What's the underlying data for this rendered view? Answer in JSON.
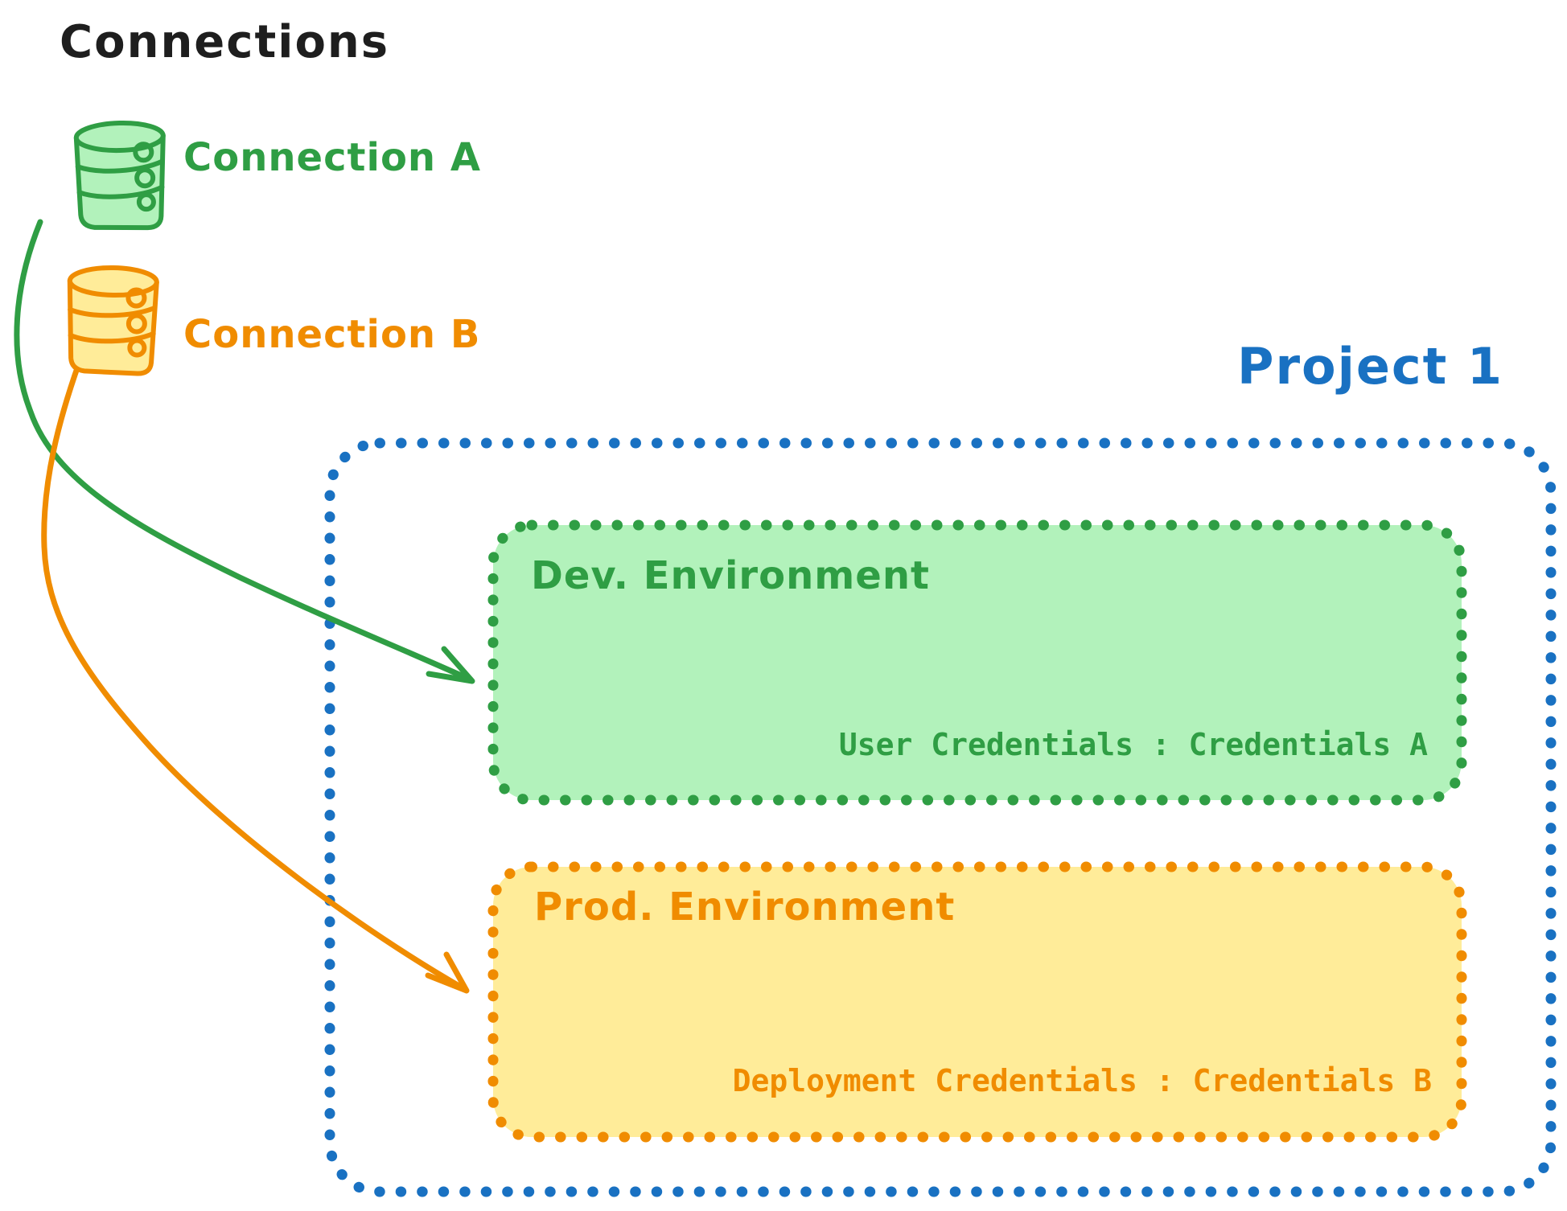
{
  "diagram": {
    "title": "Connections",
    "connections": [
      {
        "label": "Connection A",
        "color": "#2f9e44",
        "fill": "#b2f2bb",
        "icon": "database-icon"
      },
      {
        "label": "Connection B",
        "color": "#f08c00",
        "fill": "#ffec99",
        "icon": "database-icon"
      }
    ],
    "project": {
      "label": "Project 1",
      "color": "#1971c2",
      "environments": [
        {
          "title": "Dev. Environment",
          "credentials": "User Credentials : Credentials A",
          "stroke": "#2f9e44",
          "fill": "#b2f2bb"
        },
        {
          "title": "Prod. Environment",
          "credentials": "Deployment Credentials : Credentials B",
          "stroke": "#f08c00",
          "fill": "#ffec99"
        }
      ]
    },
    "arrows": [
      {
        "from": "Connection A",
        "to": "Dev. Environment",
        "color": "#2f9e44"
      },
      {
        "from": "Connection B",
        "to": "Prod. Environment",
        "color": "#f08c00"
      }
    ],
    "colors": {
      "text": "#1e1e1e",
      "blue": "#1971c2",
      "green_stroke": "#2f9e44",
      "green_fill": "#b2f2bb",
      "orange_stroke": "#f08c00",
      "orange_fill": "#ffec99"
    }
  }
}
